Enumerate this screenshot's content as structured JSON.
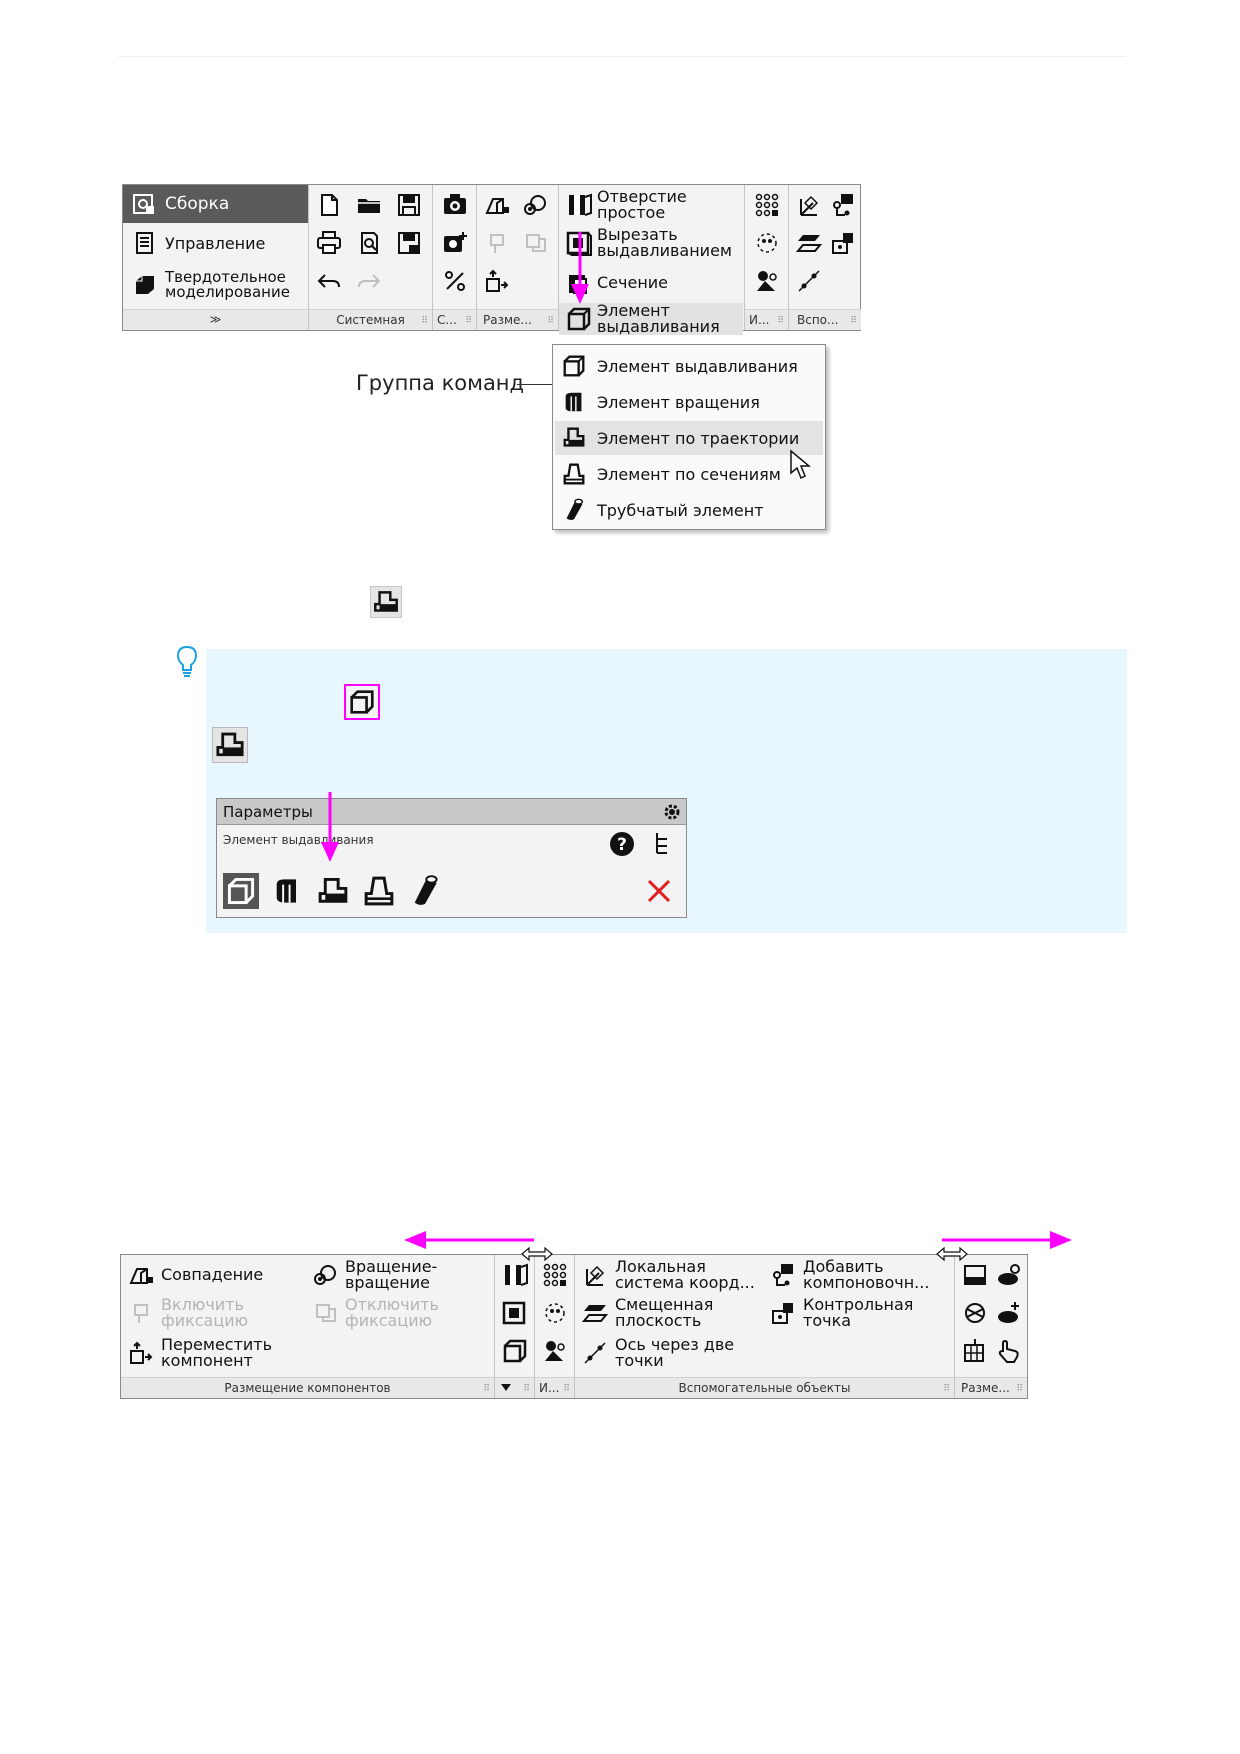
{
  "top_ribbon": {
    "tabs": [
      {
        "label": "Сборка",
        "icon": "assembly-icon"
      },
      {
        "label": "Управление",
        "icon": "management-icon"
      },
      {
        "label": "Твердотельное моделирование",
        "icon": "solid-modeling-icon"
      }
    ],
    "groups": {
      "system": "Системная",
      "short": "С...",
      "placement": "Разме...",
      "short2": "И...",
      "aux": "Вспо..."
    },
    "feature_buttons": [
      "Отверстие простое",
      "Вырезать выдавливанием",
      "Сечение",
      "Элемент выдавливания"
    ],
    "expand_glyph": "≫"
  },
  "callout": {
    "label": "Группа команд"
  },
  "dropdown": {
    "items": [
      {
        "label": "Элемент выдавливания",
        "icon": "extrusion-icon"
      },
      {
        "label": "Элемент вращения",
        "icon": "rotation-icon"
      },
      {
        "label": "Элемент по траектории",
        "icon": "sweep-icon",
        "highlighted": true
      },
      {
        "label": "Элемент по сечениям",
        "icon": "loft-icon"
      },
      {
        "label": "Трубчатый элемент",
        "icon": "tube-icon"
      }
    ]
  },
  "params_panel": {
    "title": "Параметры",
    "subtitle": "Элемент выдавливания"
  },
  "bottom_ribbon": {
    "placement": {
      "items": [
        "Совпадение",
        "Вращение-вращение",
        "Включить фиксацию",
        "Отключить фиксацию",
        "Переместить компонент"
      ],
      "label": "Размещение компонентов"
    },
    "short_label": "И...",
    "aux": {
      "items": [
        "Локальная система коорд...",
        "Добавить компоновочн...",
        "Смещенная плоскость",
        "Контрольная точка",
        "Ось через две точки"
      ],
      "label": "Вспомогательные объекты"
    },
    "placement2_label": "Разме..."
  },
  "colors": {
    "accent": "#ff00ff",
    "note_bg": "#e8f6fd",
    "close": "#e02020"
  }
}
